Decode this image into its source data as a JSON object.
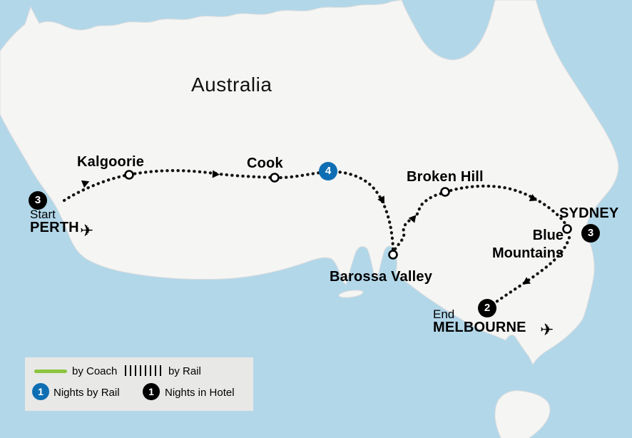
{
  "title": "Australia",
  "icons": {
    "plane": "✈"
  },
  "colors": {
    "ocean": "#b2d7e9",
    "land": "#f5f5f4",
    "accent_blue": "#0f6eb3",
    "badge_black": "#000000",
    "coach_green": "#8bc53f"
  },
  "stops": {
    "perth": {
      "pre": "Start",
      "name": "PERTH",
      "nights": "3"
    },
    "kalgoorlie": {
      "name": "Kalgoorie"
    },
    "cook": {
      "name": "Cook"
    },
    "rail_segment": {
      "nights": "4"
    },
    "broken_hill": {
      "name": "Broken Hill"
    },
    "sydney": {
      "name": "SYDNEY",
      "nights": "3"
    },
    "blue_mountains": {
      "line1": "Blue",
      "line2": "Mountains"
    },
    "barossa_valley": {
      "name": "Barossa Valley"
    },
    "melbourne": {
      "pre": "End",
      "name": "MELBOURNE",
      "nights": "2"
    }
  },
  "legend": {
    "coach": "by Coach",
    "rail": "by Rail",
    "rail_nights_badge": "1",
    "rail_nights": "Nights by Rail",
    "hotel_nights_badge": "1",
    "hotel_nights": "Nights in Hotel"
  }
}
